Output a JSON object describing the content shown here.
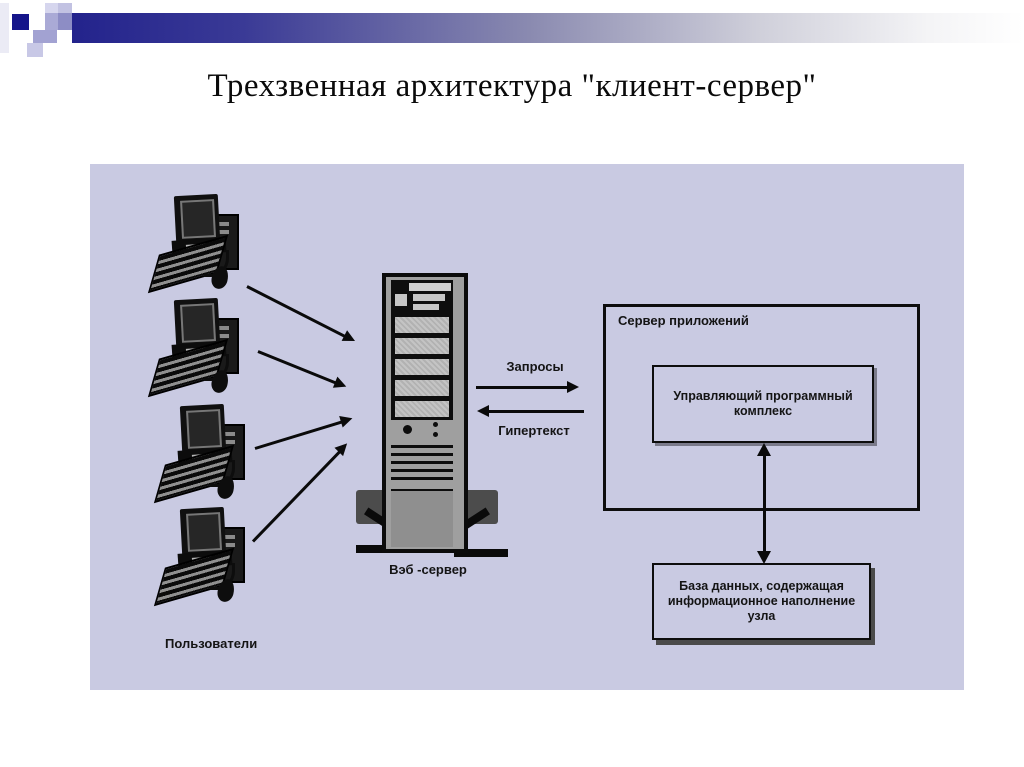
{
  "slide": {
    "title": "Трехзвенная архитектура \"клиент-сервер\""
  },
  "diagram": {
    "users_label": "Пользователи",
    "web_server_label": "Вэб -сервер",
    "arrow_top_label": "Запросы",
    "arrow_bottom_label": "Гипертекст",
    "app_server_label": "Сервер приложений",
    "app_server_inner_label": "Управляющий программный комплекс",
    "database_label": "База данных, содержащая информационное наполнение узла",
    "clients_count": 4,
    "colors": {
      "diagram_background": "#c9cae2",
      "title_bar_navy": "#23238c",
      "corner_square_navy": "#15158a"
    }
  }
}
